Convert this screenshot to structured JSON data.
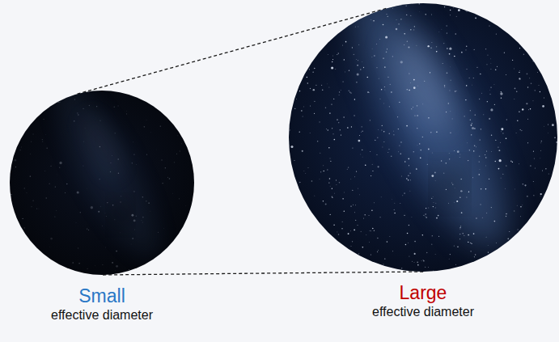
{
  "diagram": {
    "nodes": [
      {
        "text": [
          "Small",
          "effective diameter"
        ]
      },
      {
        "text": [
          "Large",
          "effective diameter"
        ]
      }
    ],
    "edges": [
      {
        "from": 0,
        "to": 1,
        "arrow": "none"
      },
      {
        "from": 0,
        "to": 1,
        "arrow": "none"
      }
    ]
  }
}
